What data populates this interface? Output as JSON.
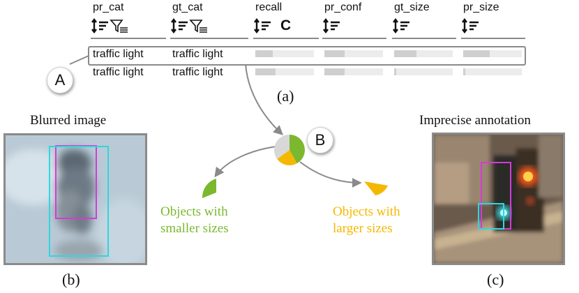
{
  "table": {
    "columns": [
      {
        "label": "pr_cat",
        "icons": [
          "sort-icon",
          "filter-icon"
        ]
      },
      {
        "label": "gt_cat",
        "icons": [
          "sort-icon",
          "filter-icon"
        ]
      },
      {
        "label": "recall",
        "icons": [
          "sort-icon",
          "c-letter-icon"
        ],
        "icon_letter": "C"
      },
      {
        "label": "pr_conf",
        "icons": [
          "sort-icon"
        ]
      },
      {
        "label": "gt_size",
        "icons": [
          "sort-icon"
        ]
      },
      {
        "label": "pr_size",
        "icons": [
          "sort-icon"
        ]
      }
    ],
    "rows": [
      {
        "pr_cat": "traffic light",
        "gt_cat": "traffic light",
        "recall": 0.3,
        "pr_conf": 0.35,
        "gt_size": 0.38,
        "pr_size": 0.45,
        "highlighted": true
      },
      {
        "pr_cat": "traffic light",
        "gt_cat": "traffic light",
        "recall": 0.35,
        "pr_conf": 0.35,
        "gt_size": 0.04,
        "pr_size": 0.04,
        "highlighted": false
      }
    ]
  },
  "captions": {
    "a": "(a)",
    "b": "(b)",
    "c": "(c)"
  },
  "callouts": {
    "a": "A",
    "b": "B"
  },
  "images": {
    "left_title": "Blurred image",
    "right_title": "Imprecise annotation"
  },
  "legend": {
    "green": {
      "line1": "Objects with",
      "line2": "smaller sizes",
      "color": "#7cb82f"
    },
    "orange": {
      "line1": "Objects with",
      "line2": "larger sizes",
      "color": "#f5b800"
    }
  },
  "pie": {
    "segments": [
      {
        "name": "green",
        "fraction": 0.42,
        "color": "#7cb82f"
      },
      {
        "name": "orange",
        "fraction": 0.23,
        "color": "#f5b800"
      },
      {
        "name": "gray",
        "fraction": 0.35,
        "color": "#d8d8d8"
      }
    ]
  },
  "box_colors": {
    "prediction": "#d23cd6",
    "ground_truth": "#2fd6e0"
  }
}
